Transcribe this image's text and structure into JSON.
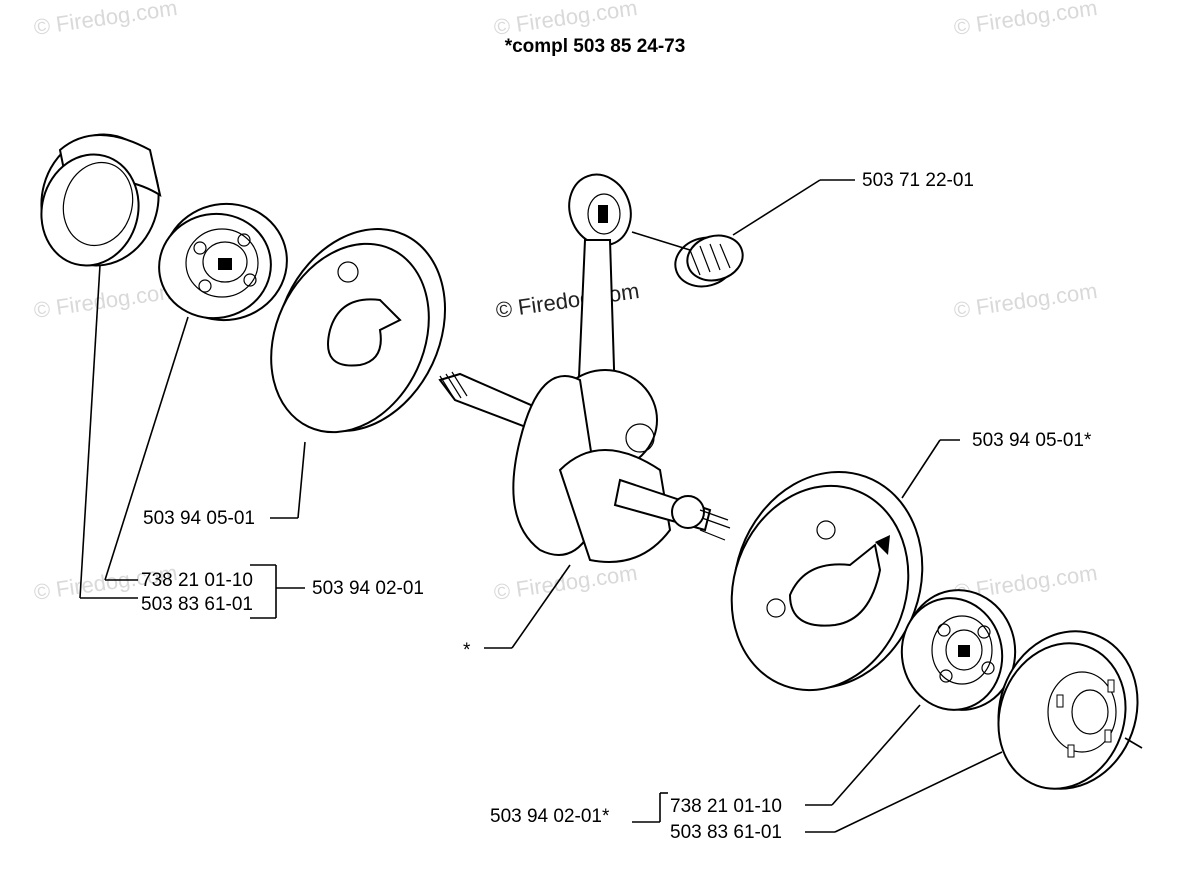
{
  "title": "*compl 503 85 24-73",
  "watermark": "© Firedog.com",
  "labels": {
    "needle_bearing": "503 71 22-01",
    "crank_half_left": "503 94 05-01",
    "crank_half_right": "503 94 05-01*",
    "bearing_left_a": "738 21 01-10",
    "bearing_left_b": "503 83 61-01",
    "kit_left": "503 94 02-01",
    "crankshaft": "*",
    "kit_right": "503 94 02-01*",
    "bearing_right_a": "738 21 01-10",
    "bearing_right_b": "503 83 61-01"
  }
}
